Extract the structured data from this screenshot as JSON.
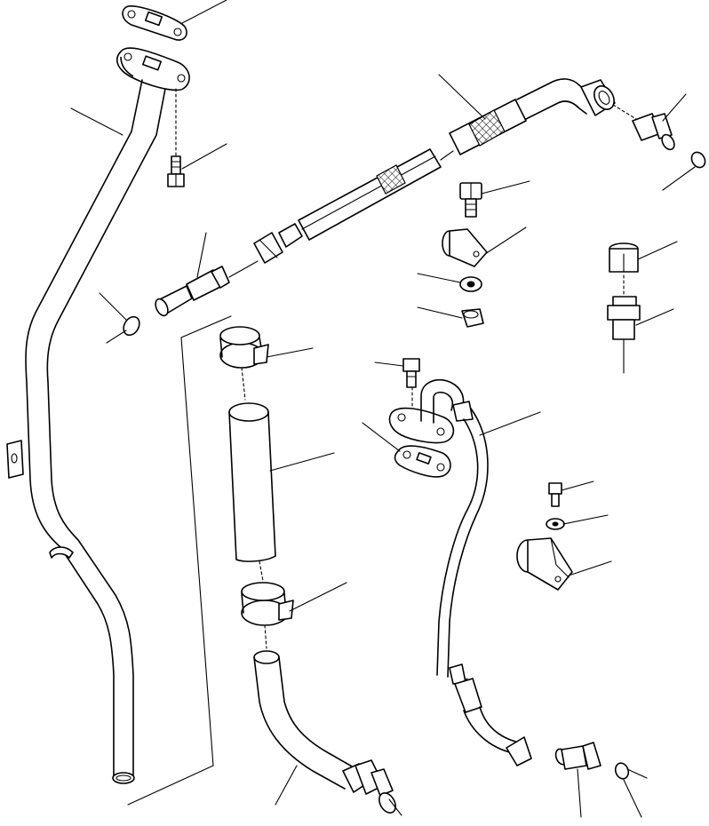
{
  "diagram": {
    "text": [],
    "colors": {
      "line": "#000000",
      "background": "#ffffff",
      "shade": "#cfcfcf"
    },
    "parts": [
      "gasket-top",
      "flange-gasket",
      "oil-tube-left",
      "bolt-left",
      "o-ring-left",
      "elbow-connector-left",
      "hose-assembly-upper",
      "swivel-nut-upper-right",
      "connector-upper-right",
      "o-ring-upper-right",
      "bolt-center",
      "clip-center",
      "washer-center",
      "nut-center",
      "cap-plug-right",
      "connector-right",
      "hose-clamp-upper",
      "rubber-hose",
      "hose-clamp-lower",
      "elbow-tube-lower",
      "bolt-flange",
      "flange-gasket-center",
      "tube-center",
      "bolt-small-right",
      "washer-small-right",
      "clip-right",
      "connector-bottom",
      "o-ring-bottom"
    ]
  }
}
